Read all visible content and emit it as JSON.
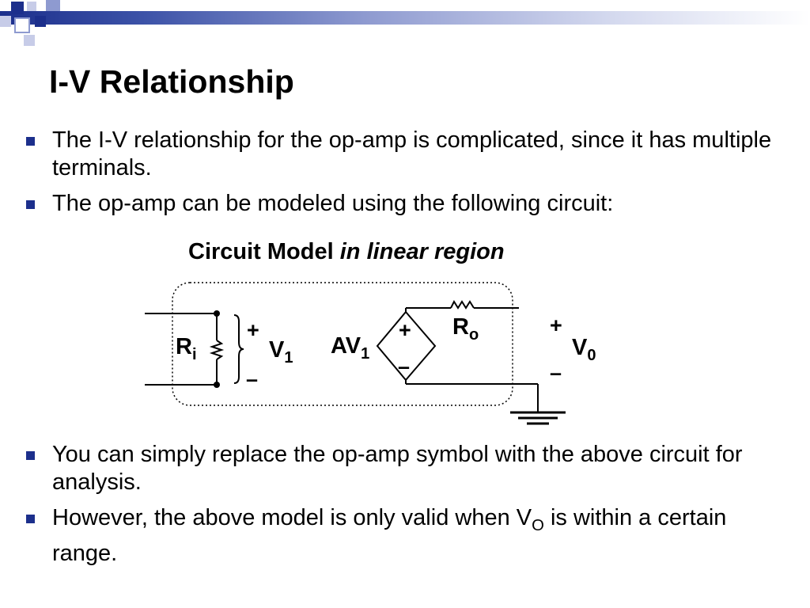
{
  "title": "I-V Relationship",
  "bullets_top": [
    "The I-V relationship for the op-amp is complicated, since it has multiple terminals.",
    "The op-amp can be modeled using the following circuit:"
  ],
  "circuit": {
    "caption_bold": "Circuit Model",
    "caption_italic": "in linear region",
    "labels": {
      "ri_main": "R",
      "ri_sub": "i",
      "v1_main": "V",
      "v1_sub": "1",
      "av1_main": "AV",
      "av1_sub": "1",
      "ro_main": "R",
      "ro_sub": "o",
      "v0_main": "V",
      "v0_sub": "0",
      "plus": "+",
      "minus": "–"
    }
  },
  "bullets_bottom": {
    "item1": "You can simply replace the op-amp symbol with the above circuit for analysis.",
    "item2_before": "However, the above model is only valid when V",
    "item2_sub": "O",
    "item2_after": " is within a certain range."
  },
  "colors": {
    "accent": "#1c2f8c",
    "accent_light": "#8e9ad0"
  }
}
